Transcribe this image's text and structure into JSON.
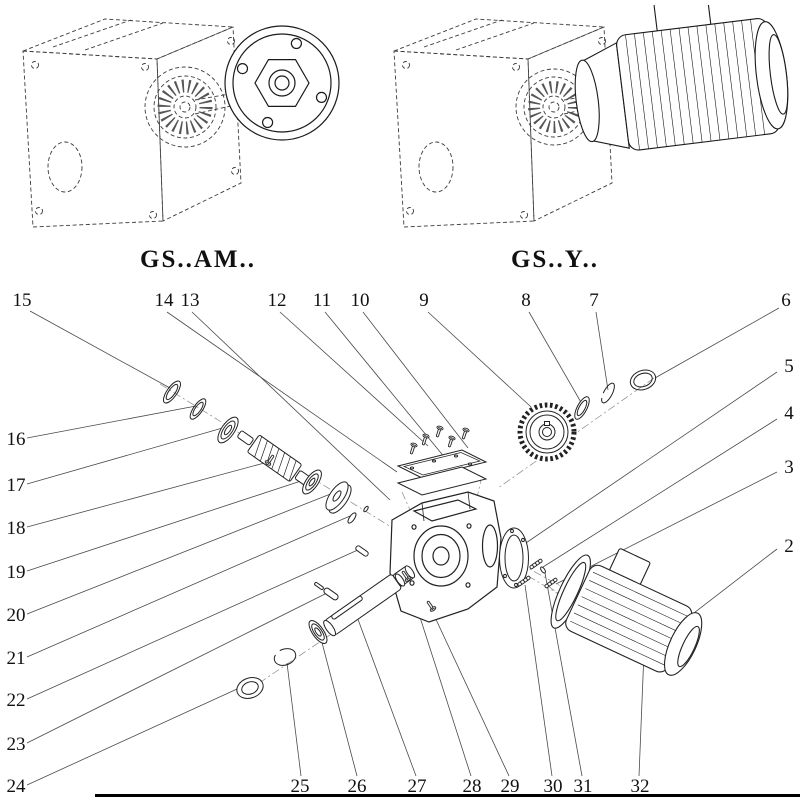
{
  "figure": {
    "variants": [
      {
        "label": "GS..AM.."
      },
      {
        "label": "GS..Y.."
      }
    ],
    "callouts": {
      "top": [
        "15",
        "14",
        "13",
        "12",
        "11",
        "10",
        "9",
        "8",
        "7",
        "6"
      ],
      "right": [
        "5",
        "4",
        "3",
        "2"
      ],
      "left": [
        "16",
        "17",
        "18",
        "19",
        "20",
        "21",
        "22",
        "23",
        "24"
      ],
      "bottom": [
        "25",
        "26",
        "27",
        "28",
        "29",
        "30",
        "31",
        "32"
      ]
    },
    "ink_color": "#1a1a1a"
  }
}
